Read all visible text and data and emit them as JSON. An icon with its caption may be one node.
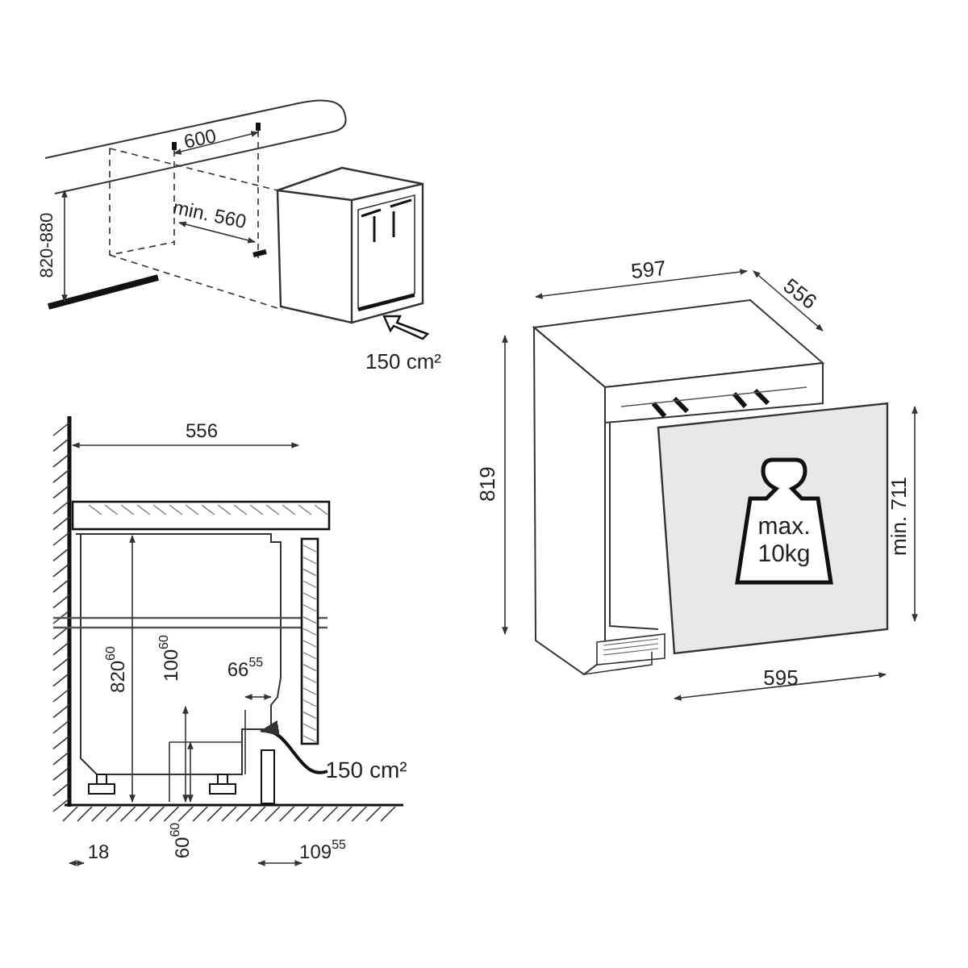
{
  "diagram": {
    "nodes": [
      {
        "text": [
          "max. 10kg"
        ]
      }
    ],
    "labels": [
      "600",
      "min. 560",
      "820-880",
      "597",
      "556",
      "150 cm²",
      "556",
      "819",
      "min. 711",
      "820$^{60}$",
      "100$^{60}$",
      "66$^{55}$",
      "595",
      "150 cm²",
      "60$^{60}$",
      "18",
      "109$^{55}$"
    ]
  }
}
